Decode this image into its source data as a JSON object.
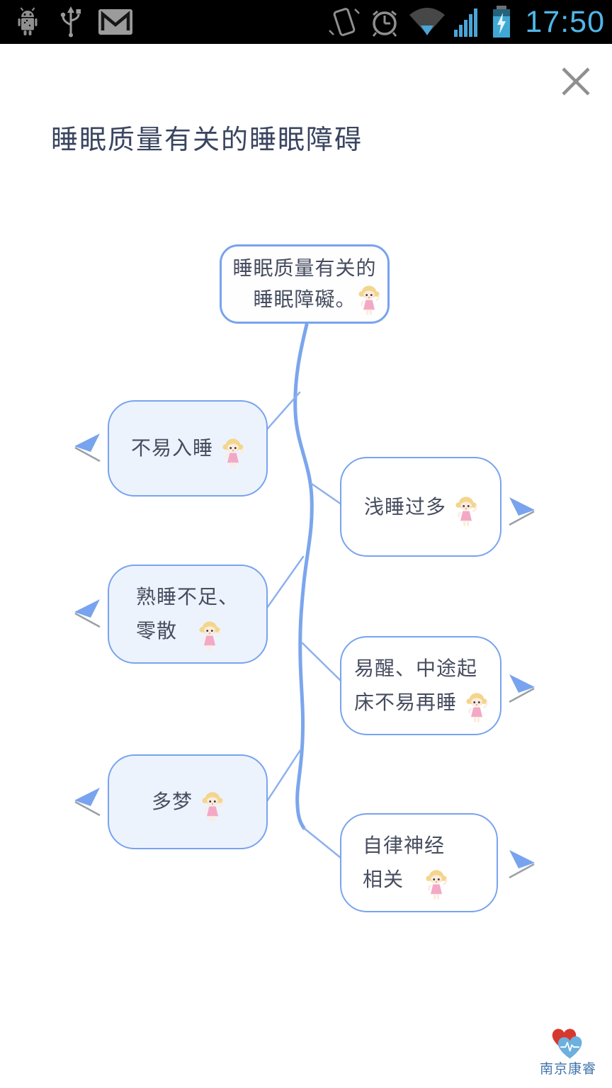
{
  "status_bar": {
    "time": "17:50",
    "icons_left": [
      "android-robot",
      "usb",
      "gmail"
    ],
    "icons_right": [
      "vibrate",
      "alarm-clock",
      "wifi",
      "signal-strength",
      "battery-charging"
    ],
    "accent_color": "#4fb6e8"
  },
  "header": {
    "title": "睡眠质量有关的睡眠障碍",
    "close_icon": "close-x"
  },
  "mindmap": {
    "root": {
      "line1": "睡眠质量有关的",
      "line2": "睡眠障礙。",
      "sticker": "chibi-girl"
    },
    "left_nodes": [
      {
        "line1": "不易入睡",
        "sticker": "chibi-girl"
      },
      {
        "line1": "熟睡不足、",
        "line2": "零散",
        "sticker": "chibi-girl"
      },
      {
        "line1": "多梦",
        "sticker": "chibi-girl"
      }
    ],
    "right_nodes": [
      {
        "line1": "浅睡过多",
        "sticker": "chibi-girl"
      },
      {
        "line1": "易醒、中途起",
        "line2": "床不易再睡",
        "sticker": "chibi-girl"
      },
      {
        "line1": "自律神经",
        "line2": "相关",
        "sticker": "chibi-girl"
      }
    ],
    "colors": {
      "node_border": "#78a3ee",
      "left_fill": "#edf3fd",
      "right_fill": "#ffffff",
      "connector": "#7ba6ed",
      "text": "#464d5f"
    }
  },
  "footer": {
    "brand": "南京康睿",
    "brand_color": "#3f74ad",
    "logo": "heart-ecg"
  }
}
